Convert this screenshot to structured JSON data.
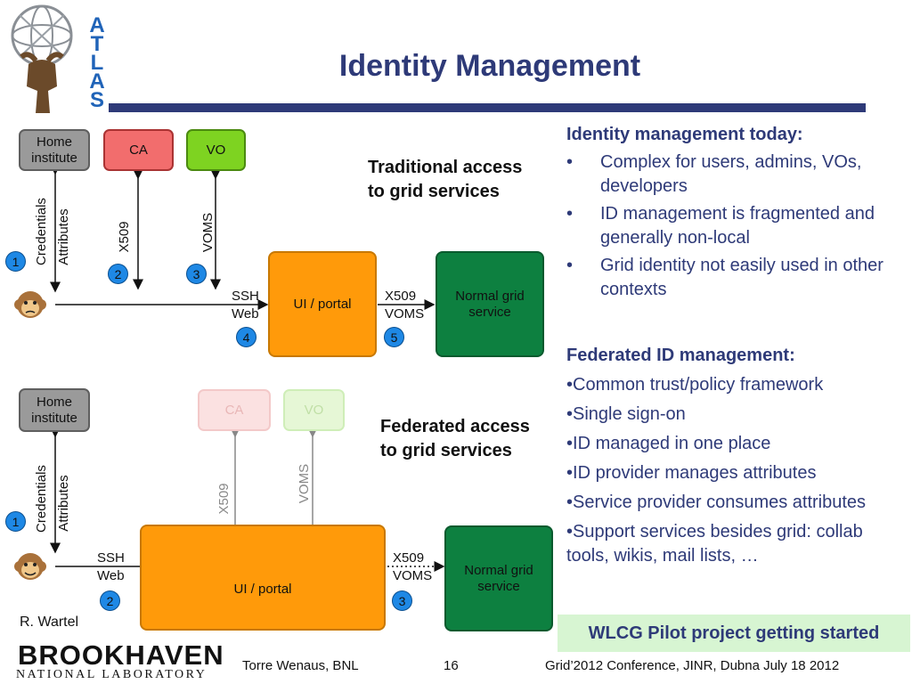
{
  "title": "Identity Management",
  "logo_atlas": [
    "A",
    "T",
    "L",
    "A",
    "S"
  ],
  "traditional": {
    "home_institute": "Home\ninstitute",
    "ca": "CA",
    "vo": "VO",
    "credentials": "Credentials",
    "attributes": "Attributes",
    "x509_vertical": "X509",
    "voms_vertical": "VOMS",
    "ssh": "SSH",
    "web": "Web",
    "ui_portal": "UI / portal",
    "x509": "X509",
    "voms": "VOMS",
    "normal_grid_service": "Normal grid\nservice",
    "numbers": [
      "1",
      "2",
      "3",
      "4",
      "5"
    ],
    "heading_line1": "Traditional access",
    "heading_line2": "to grid services"
  },
  "federated": {
    "home_institute": "Home\ninstitute",
    "ca": "CA",
    "vo": "VO",
    "credentials": "Credentials",
    "attributes": "Attributes",
    "x509_vertical": "X509",
    "voms_vertical": "VOMS",
    "ssh": "SSH",
    "web": "Web",
    "ui_portal": "UI / portal",
    "x509": "X509",
    "voms": "VOMS",
    "normal_grid_service": "Normal grid\nservice",
    "numbers": [
      "1",
      "2",
      "3"
    ],
    "heading_line1": "Federated access",
    "heading_line2": "to grid services"
  },
  "right": {
    "today_heading": "Identity management today:",
    "today_items": [
      "Complex for users, admins, VOs, developers",
      "ID management is fragmented and generally non-local",
      "Grid identity not easily used in other contexts"
    ],
    "fed_heading": "Federated ID management:",
    "fed_items": [
      "Common trust/policy framework",
      "Single sign-on",
      "ID managed in one place",
      "ID provider manages attributes",
      "Service provider consumes attributes",
      "Support services besides grid: collab tools, wikis, mail lists, …"
    ],
    "bullet": "•"
  },
  "wlcg_box": "WLCG Pilot project getting started",
  "credit": "R. Wartel",
  "footer": {
    "author": "Torre Wenaus, BNL",
    "page": "16",
    "conference": "Grid’2012 Conference, JINR, Dubna  July 18 2012"
  },
  "bnl_logo": {
    "word": "BROOKHAVEN",
    "sub": "NATIONAL LABORATORY"
  },
  "colors": {
    "title": "#2e3a78",
    "ui_orange": "#ff9a0a",
    "service_green": "#0d8040",
    "number_blue": "#1e88e5",
    "wlcg_bg": "#d7f5d2"
  }
}
